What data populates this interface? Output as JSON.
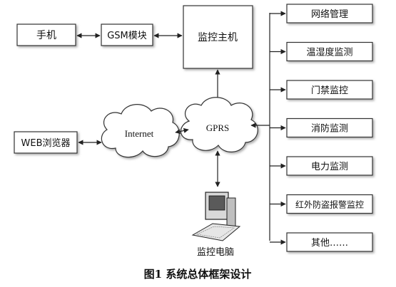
{
  "diagram": {
    "nodes": {
      "phone": "手机",
      "gsm": "GSM模块",
      "host": "监控主机",
      "web": "WEB浏览器",
      "internet": "Internet",
      "gprs": "GPRS",
      "pc": "监控电脑"
    },
    "modules": [
      "网络管理",
      "温湿度监测",
      "门禁监控",
      "消防监测",
      "电力监测",
      "红外防盗报警监控",
      "其他……"
    ]
  },
  "caption": "图1  系统总体框架设计"
}
